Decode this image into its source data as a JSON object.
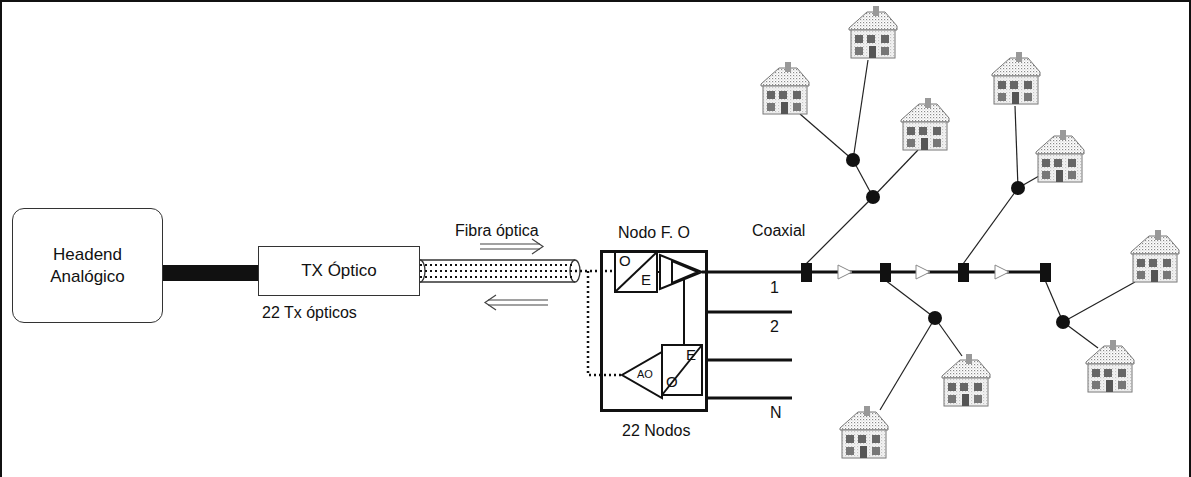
{
  "diagram": {
    "nodes": [
      {
        "text": [
          "Headend Analógico"
        ]
      },
      {
        "text": [
          "TX Óptico"
        ]
      },
      {
        "text": [
          "Nodo F. O"
        ]
      }
    ],
    "edges": [
      {
        "from": 0,
        "to": 1,
        "arrow": "none"
      },
      {
        "from": 1,
        "to": 2,
        "arrow": "none"
      }
    ],
    "labels": [
      "Fibra óptica",
      "22 Tx ópticos",
      "O",
      "E",
      "AO",
      "E",
      "O",
      "1",
      "2",
      "N",
      "Coaxial",
      "22 Nodos"
    ]
  }
}
